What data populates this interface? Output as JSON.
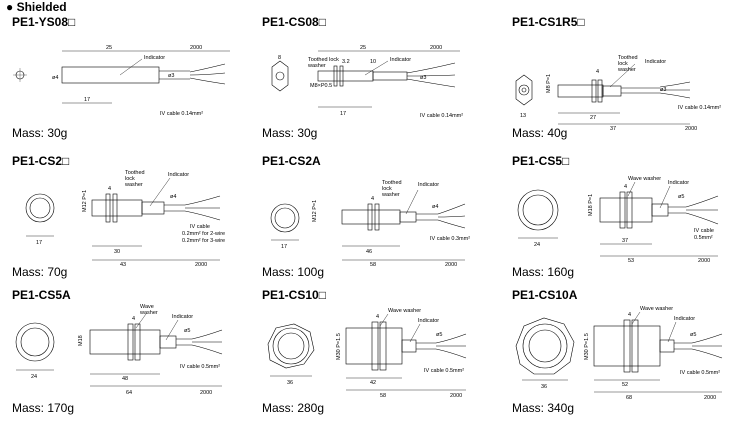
{
  "header": "● Shielded",
  "sensors": [
    {
      "model": "PE1-YS08□",
      "mass": "Mass: 30g",
      "dims": {
        "top_a": "25",
        "top_b": "2000",
        "mid": "17",
        "dia_front": "ø4",
        "dia_cable": "ø3"
      },
      "labels": {
        "indicator": "Indicator",
        "cable": "IV cable 0.14mm²"
      }
    },
    {
      "model": "PE1-CS08□",
      "mass": "Mass: 30g",
      "dims": {
        "top_a": "25",
        "top_b": "2000",
        "front_w": "8",
        "thread": "M8×P0.5",
        "d1": "3.2",
        "d2": "10",
        "mid": "17",
        "dia_cable": "ø3"
      },
      "labels": {
        "lock": "Toothed lock",
        "washer": "washer",
        "indicator": "Indicator",
        "cable": "IV cable 0.14mm²"
      }
    },
    {
      "model": "PE1-CS1R5□",
      "mass": "Mass: 40g",
      "dims": {
        "thread": "M8 P=1",
        "flange": "4",
        "mid": "27",
        "bottom_a": "37",
        "bottom_b": "2000",
        "front_w": "13",
        "dia_cable": "ø3"
      },
      "labels": {
        "toothed": "Toothed",
        "lock": "lock",
        "washer": "washer",
        "indicator": "Indicator",
        "cable": "IV cable 0.14mm²"
      }
    },
    {
      "model": "PE1-CS2□",
      "mass": "Mass: 70g",
      "dims": {
        "thread": "M12 P=1",
        "flange": "4",
        "mid": "30",
        "bottom_a": "43",
        "bottom_b": "2000",
        "front_w": "17",
        "dia_cable": "ø4"
      },
      "labels": {
        "toothed": "Toothed",
        "lock": "lock",
        "washer": "washer",
        "indicator": "Indicator",
        "cable1": "IV cable",
        "cable2": "0.2mm² for 2-wire",
        "cable3": "0.2mm² for 3-wire"
      }
    },
    {
      "model": "PE1-CS2A",
      "mass": "Mass: 100g",
      "dims": {
        "thread": "M12 P=1",
        "flange": "4",
        "mid": "46",
        "bottom_a": "58",
        "bottom_b": "2000",
        "front_w": "17",
        "dia_cable": "ø4"
      },
      "labels": {
        "toothed": "Toothed",
        "lock": "lock",
        "washer": "washer",
        "indicator": "Indicator",
        "cable": "IV cable 0.3mm²"
      }
    },
    {
      "model": "PE1-CS5□",
      "mass": "Mass: 160g",
      "dims": {
        "thread": "M18 P=1",
        "flange": "4",
        "mid": "37",
        "bottom_a": "53",
        "bottom_b": "2000",
        "front_w": "24",
        "dia_cable": "ø5"
      },
      "labels": {
        "wave": "Wave washer",
        "indicator": "Indicator",
        "cable1": "IV cable",
        "cable2": "0.5mm²"
      }
    },
    {
      "model": "PE1-CS5A",
      "mass": "Mass: 170g",
      "dims": {
        "thread": "M18",
        "flange": "4",
        "mid": "48",
        "bottom_a": "64",
        "bottom_b": "2000",
        "front_w": "24",
        "dia_cable": "ø5"
      },
      "labels": {
        "wave": "Wave",
        "washer": "washer",
        "indicator": "Indicator",
        "cable": "IV cable 0.5mm²"
      }
    },
    {
      "model": "PE1-CS10□",
      "mass": "Mass: 280g",
      "dims": {
        "thread": "M30 P=1.5",
        "flange": "4",
        "mid": "42",
        "bottom_a": "58",
        "bottom_b": "2000",
        "front_w": "36",
        "dia_cable": "ø5"
      },
      "labels": {
        "wave": "Wave washer",
        "indicator": "Indicator",
        "cable": "IV cable 0.5mm²"
      }
    },
    {
      "model": "PE1-CS10A",
      "mass": "Mass: 340g",
      "dims": {
        "thread": "M30 P=1.5",
        "flange": "4",
        "mid": "52",
        "bottom_a": "68",
        "bottom_b": "2000",
        "front_w": "36",
        "dia_cable": "ø5"
      },
      "labels": {
        "wave": "Wave washer",
        "indicator": "Indicator",
        "cable": "IV cable 0.5mm²"
      }
    }
  ]
}
